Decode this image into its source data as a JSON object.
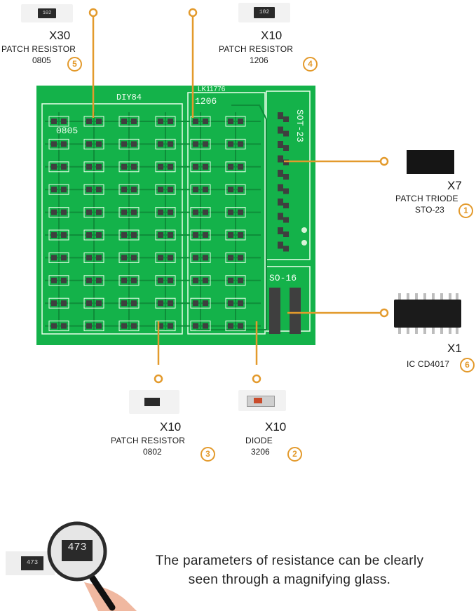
{
  "colors": {
    "pcb": "#14b24a",
    "silk": "#f4fff4",
    "pad": "#3f3f3f",
    "callout": "#e39a2c",
    "black": "#151515"
  },
  "board": {
    "label_diy": "DIY84",
    "label_lk": "LK11776",
    "label_1206": "1206",
    "label_0805": "0805",
    "label_sot": "SOT-23",
    "label_so16": "SO-16"
  },
  "parts": [
    {
      "id": "p5",
      "qty": "X30",
      "name": "PATCH RESISTOR",
      "size": "0805",
      "num": "5",
      "marking": "102"
    },
    {
      "id": "p4",
      "qty": "X10",
      "name": "PATCH RESISTOR",
      "size": "1206",
      "num": "4",
      "marking": "102"
    },
    {
      "id": "p1",
      "qty": "X7",
      "name": "PATCH TRIODE",
      "size": "STO-23",
      "num": "1"
    },
    {
      "id": "p6",
      "qty": "X1",
      "name": "IC CD4017",
      "size": "",
      "num": "6"
    },
    {
      "id": "p3",
      "qty": "X10",
      "name": "PATCH RESISTOR",
      "size": "0802",
      "num": "3"
    },
    {
      "id": "p2",
      "qty": "X10",
      "name": "DIODE",
      "size": "3206",
      "num": "2"
    }
  ],
  "magnifier": {
    "marking_small": "473",
    "marking_large": "473",
    "caption_line1": "The parameters of resistance can be clearly",
    "caption_line2": "seen through a magnifying glass."
  }
}
